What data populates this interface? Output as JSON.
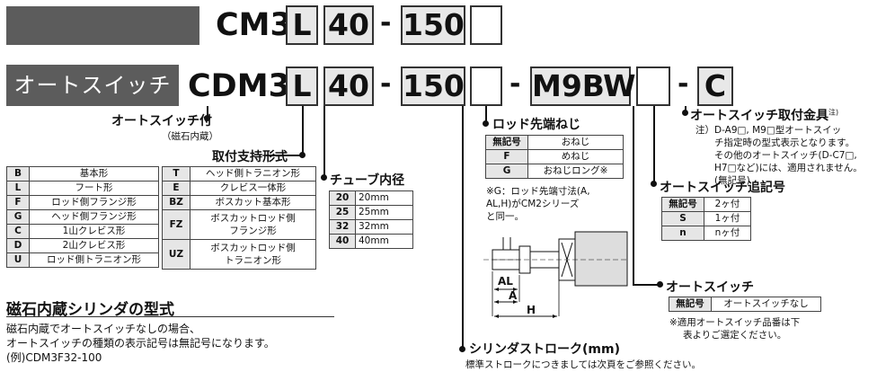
{
  "row1": {
    "prefix": "CM3",
    "seg1": "L",
    "seg2": "40",
    "dash1": "-",
    "seg3": "150"
  },
  "row2": {
    "label": "オートスイッチ付",
    "prefix": "CDM3",
    "seg1": "L",
    "seg2": "40",
    "dash1": "-",
    "seg3": "150",
    "dash2": "-",
    "seg4": "M9BW",
    "dash3": "-",
    "seg5": "C"
  },
  "autoswitch": {
    "title": "オートスイッチ付",
    "sub": "（磁石内蔵）"
  },
  "mount": {
    "title": "取付支持形式",
    "left": [
      {
        "k": "B",
        "v": "基本形"
      },
      {
        "k": "L",
        "v": "フート形"
      },
      {
        "k": "F",
        "v": "ロッド側フランジ形"
      },
      {
        "k": "G",
        "v": "ヘッド側フランジ形"
      },
      {
        "k": "C",
        "v": "1山クレビス形"
      },
      {
        "k": "D",
        "v": "2山クレビス形"
      },
      {
        "k": "U",
        "v": "ロッド側トラニオン形"
      }
    ],
    "right": [
      {
        "k": "T",
        "v": "ヘッド側トラニオン形"
      },
      {
        "k": "E",
        "v": "クレビス一体形"
      },
      {
        "k": "BZ",
        "v": "ボスカット基本形"
      },
      {
        "k": "FZ",
        "v1": "ボスカットロッド側",
        "v2": "フランジ形"
      },
      {
        "k": "UZ",
        "v1": "ボスカットロッド側",
        "v2": "トラニオン形"
      }
    ]
  },
  "bore": {
    "title": "チューブ内径",
    "rows": [
      {
        "k": "20",
        "v": "20mm"
      },
      {
        "k": "25",
        "v": "25mm"
      },
      {
        "k": "32",
        "v": "32mm"
      },
      {
        "k": "40",
        "v": "40mm"
      }
    ]
  },
  "rodthread": {
    "title": "ロッド先端ねじ",
    "rows": [
      {
        "k": "無記号",
        "v": "おねじ"
      },
      {
        "k": "F",
        "v": "めねじ"
      },
      {
        "k": "G",
        "v": "おねじロング※"
      }
    ],
    "note1": "※G：ロッド先端寸法(A,",
    "note2": "AL,H)がCM2シリーズ",
    "note3": "と同一。"
  },
  "dims": {
    "al": "AL",
    "a": "A",
    "h": "H"
  },
  "stroke": {
    "title": "シリンダストローク(mm)",
    "note": "標準ストロークにつきましては次頁をご参照ください。"
  },
  "bracket": {
    "title": "オートスイッチ取付金具",
    "sup": "注)",
    "l1": "注）D-A9□, M9□型オートスイッ",
    "l2": "チ指定時の型式表示となります。",
    "l3": "その他のオートスイッチ(D-C7□,",
    "l4": "H7□など)には、適用されません。",
    "l5": "(無記号)"
  },
  "count": {
    "title": "オートスイッチ追記号",
    "rows": [
      {
        "k": "無記号",
        "v": "2ヶ付"
      },
      {
        "k": "S",
        "v": "1ヶ付"
      },
      {
        "k": "n",
        "v": "nヶ付"
      }
    ]
  },
  "switch": {
    "title": "オートスイッチ",
    "k": "無記号",
    "v": "オートスイッチなし",
    "n1": "※適用オートスイッチ品番は下",
    "n2": "表よりご選定ください。"
  },
  "magnet": {
    "title": "磁石内蔵シリンダの型式",
    "l1": "磁石内蔵でオートスイッチなしの場合、",
    "l2": "オートスイッチの種類の表示記号は無記号になります。",
    "l3": "(例)CDM3F32-100"
  }
}
